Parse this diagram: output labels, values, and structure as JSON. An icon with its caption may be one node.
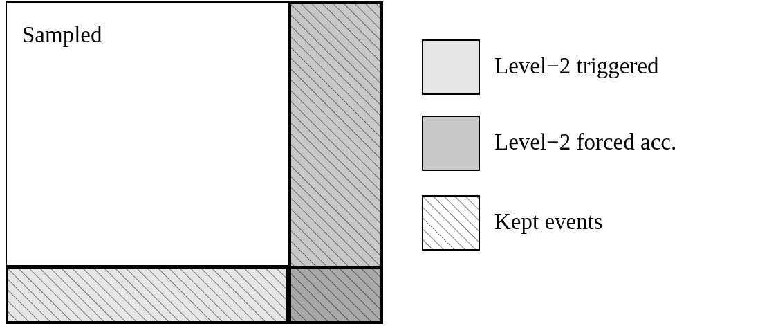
{
  "diagram": {
    "nodes": [
      {
        "text": [
          "Sampled"
        ]
      },
      {
        "text": [],
        "shape": "box"
      },
      {
        "text": [],
        "shape": "box"
      }
    ],
    "legend": [
      {
        "text": "Level−2 triggered",
        "color": "#e6e6e6"
      },
      {
        "text": "Level−2 forced acc.",
        "color": "#c8c8c8"
      },
      {
        "text": "Kept events"
      }
    ]
  }
}
